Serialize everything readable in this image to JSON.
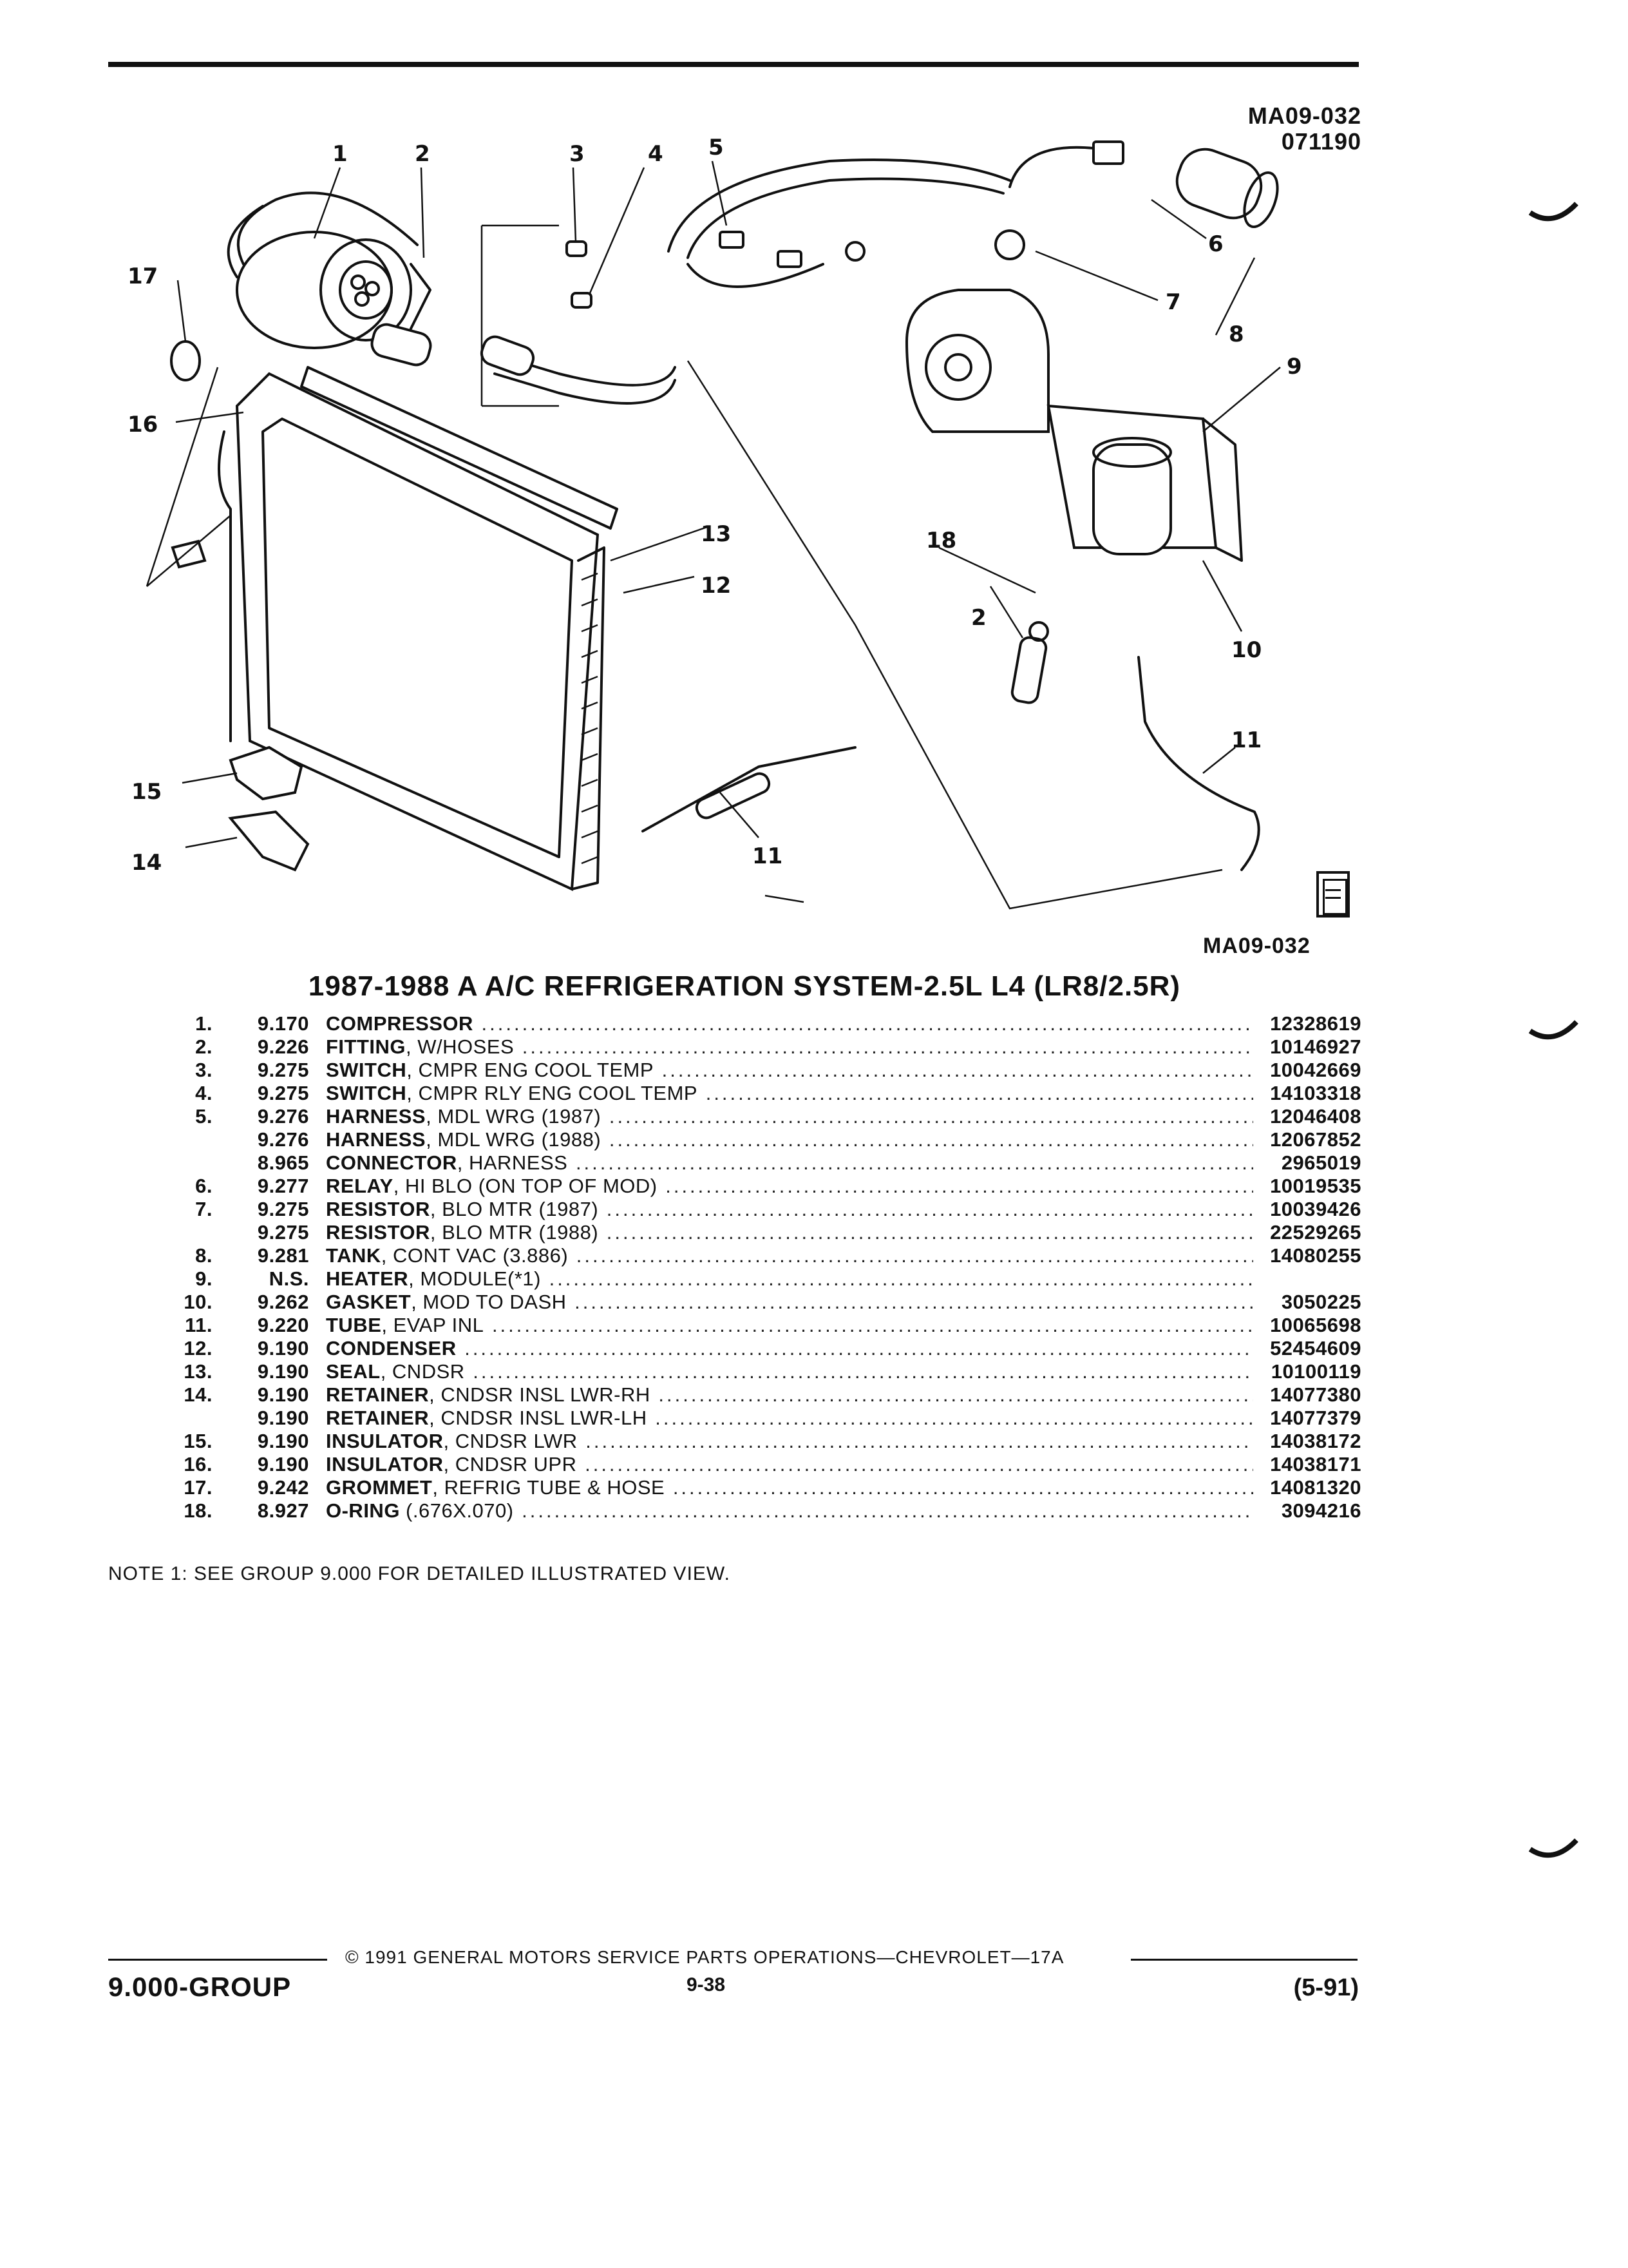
{
  "diagram": {
    "ref_code_top": "MA09-032",
    "ref_date": "071190",
    "ref_code_bottom": "MA09-032",
    "callouts": [
      "1",
      "2",
      "3",
      "4",
      "5",
      "6",
      "7",
      "8",
      "9",
      "10",
      "11",
      "11",
      "12",
      "13",
      "14",
      "15",
      "16",
      "17",
      "18",
      "2"
    ],
    "icon": "parts-manual-icon"
  },
  "title": "1987-1988 A A/C REFRIGERATION SYSTEM-2.5L L4 (LR8/2.5R)",
  "parts": [
    {
      "no": "1.",
      "grp": "9.170",
      "name": "COMPRESSOR",
      "detail": "",
      "pn": "12328619"
    },
    {
      "no": "2.",
      "grp": "9.226",
      "name": "FITTING",
      "detail": ", W/HOSES",
      "pn": "10146927"
    },
    {
      "no": "3.",
      "grp": "9.275",
      "name": "SWITCH",
      "detail": ", CMPR ENG COOL TEMP",
      "pn": "10042669"
    },
    {
      "no": "4.",
      "grp": "9.275",
      "name": "SWITCH",
      "detail": ", CMPR RLY ENG COOL TEMP",
      "pn": "14103318"
    },
    {
      "no": "5.",
      "grp": "9.276",
      "name": "HARNESS",
      "detail": ", MDL WRG (1987)",
      "pn": "12046408"
    },
    {
      "no": "",
      "grp": "9.276",
      "name": "HARNESS",
      "detail": ", MDL WRG (1988)",
      "pn": "12067852"
    },
    {
      "no": "",
      "grp": "8.965",
      "name": "CONNECTOR",
      "detail": ", HARNESS",
      "pn": "2965019"
    },
    {
      "no": "6.",
      "grp": "9.277",
      "name": "RELAY",
      "detail": ", HI BLO (ON TOP OF MOD)",
      "pn": "10019535"
    },
    {
      "no": "7.",
      "grp": "9.275",
      "name": "RESISTOR",
      "detail": ", BLO MTR (1987)",
      "pn": "10039426"
    },
    {
      "no": "",
      "grp": "9.275",
      "name": "RESISTOR",
      "detail": ", BLO MTR (1988)",
      "pn": "22529265"
    },
    {
      "no": "8.",
      "grp": "9.281",
      "name": "TANK",
      "detail": ", CONT VAC (3.886)",
      "pn": "14080255"
    },
    {
      "no": "9.",
      "grp": "N.S.",
      "name": "HEATER",
      "detail": ", MODULE(*1)",
      "pn": ""
    },
    {
      "no": "10.",
      "grp": "9.262",
      "name": "GASKET",
      "detail": ", MOD TO DASH",
      "pn": "3050225"
    },
    {
      "no": "11.",
      "grp": "9.220",
      "name": "TUBE",
      "detail": ", EVAP INL",
      "pn": "10065698"
    },
    {
      "no": "12.",
      "grp": "9.190",
      "name": "CONDENSER",
      "detail": "",
      "pn": "52454609"
    },
    {
      "no": "13.",
      "grp": "9.190",
      "name": "SEAL",
      "detail": ", CNDSR",
      "pn": "10100119"
    },
    {
      "no": "14.",
      "grp": "9.190",
      "name": "RETAINER",
      "detail": ", CNDSR INSL LWR-RH",
      "pn": "14077380"
    },
    {
      "no": "",
      "grp": "9.190",
      "name": "RETAINER",
      "detail": ", CNDSR INSL LWR-LH",
      "pn": "14077379"
    },
    {
      "no": "15.",
      "grp": "9.190",
      "name": "INSULATOR",
      "detail": ", CNDSR LWR",
      "pn": "14038172"
    },
    {
      "no": "16.",
      "grp": "9.190",
      "name": "INSULATOR",
      "detail": ", CNDSR UPR",
      "pn": "14038171"
    },
    {
      "no": "17.",
      "grp": "9.242",
      "name": "GROMMET",
      "detail": ", REFRIG TUBE & HOSE",
      "pn": "14081320"
    },
    {
      "no": "18.",
      "grp": "8.927",
      "name": "O-RING",
      "detail": " (.676X.070)",
      "pn": "3094216"
    }
  ],
  "note": "NOTE  1:  SEE GROUP 9.000 FOR DETAILED ILLUSTRATED VIEW.",
  "footer": {
    "copyright": "©  1991  GENERAL MOTORS SERVICE PARTS OPERATIONS—CHEVROLET—17A",
    "group_label": "9.000-GROUP",
    "page_number": "9-38",
    "date_code": "(5-91)"
  }
}
